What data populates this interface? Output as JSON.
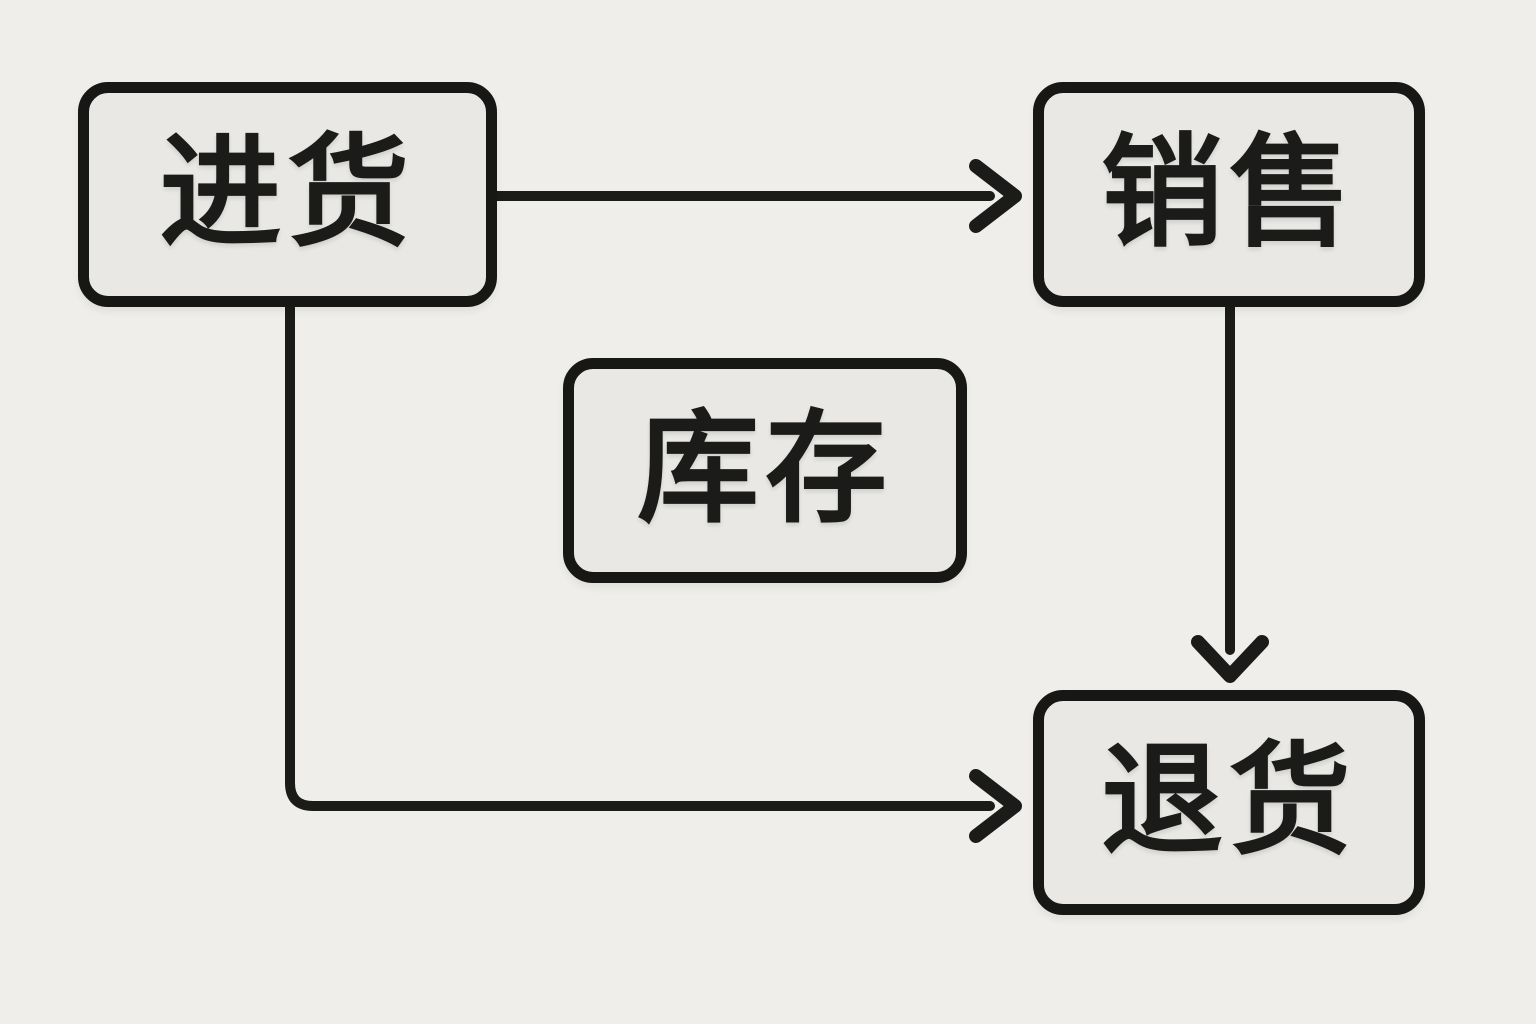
{
  "diagram": {
    "title": "inventory-flow-diagram",
    "colors": {
      "background": "#efeeea",
      "node_fill": "#e9e8e4",
      "stroke": "#1b1b19"
    },
    "nodes": [
      {
        "id": "purchase",
        "label": "进货"
      },
      {
        "id": "sales",
        "label": "销售"
      },
      {
        "id": "inventory",
        "label": "库存"
      },
      {
        "id": "returns",
        "label": "退货"
      }
    ],
    "edges": [
      {
        "from": "purchase",
        "to": "sales",
        "shape": "straight-right-arrow"
      },
      {
        "from": "sales",
        "to": "returns",
        "shape": "straight-down-arrow"
      },
      {
        "from": "purchase",
        "to": "returns",
        "shape": "elbow-down-then-right-arrow"
      }
    ]
  }
}
